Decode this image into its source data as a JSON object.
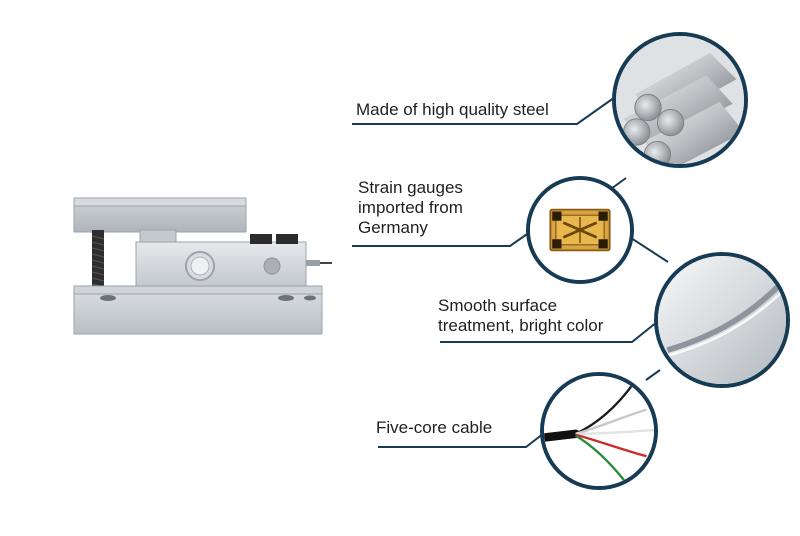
{
  "features": {
    "steel": {
      "lines": [
        "Made of high quality steel"
      ]
    },
    "strain_gauges": {
      "lines": [
        "Strain gauges",
        "imported from",
        "Germany"
      ]
    },
    "surface": {
      "lines": [
        "Smooth surface",
        "treatment, bright color"
      ]
    },
    "cable": {
      "lines": [
        "Five-core cable"
      ]
    }
  },
  "colors": {
    "circle_border": "#173b55",
    "connector_line": "#173b55",
    "text": "#1f1f1f"
  },
  "icons": [
    "steel-rods-image",
    "strain-gauge-image",
    "polished-surface-image",
    "five-core-cable-image",
    "load-cell-mount-image"
  ]
}
